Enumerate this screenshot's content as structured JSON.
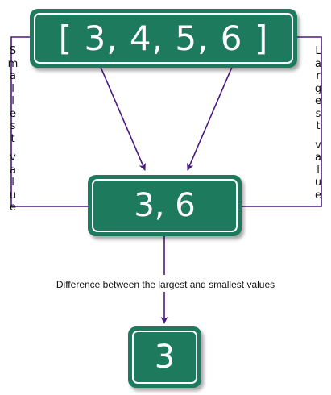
{
  "boxes": {
    "list": "[ 3, 4, 5, 6 ]",
    "extremes": "3, 6",
    "result": "3"
  },
  "labels": {
    "smallest": "Smallest value",
    "largest": "Largest value"
  },
  "caption": "Difference between the largest and smallest values",
  "colors": {
    "box_fill": "#1d7a5c",
    "box_border": "#ffffff",
    "arrow": "#4b1a7e"
  }
}
